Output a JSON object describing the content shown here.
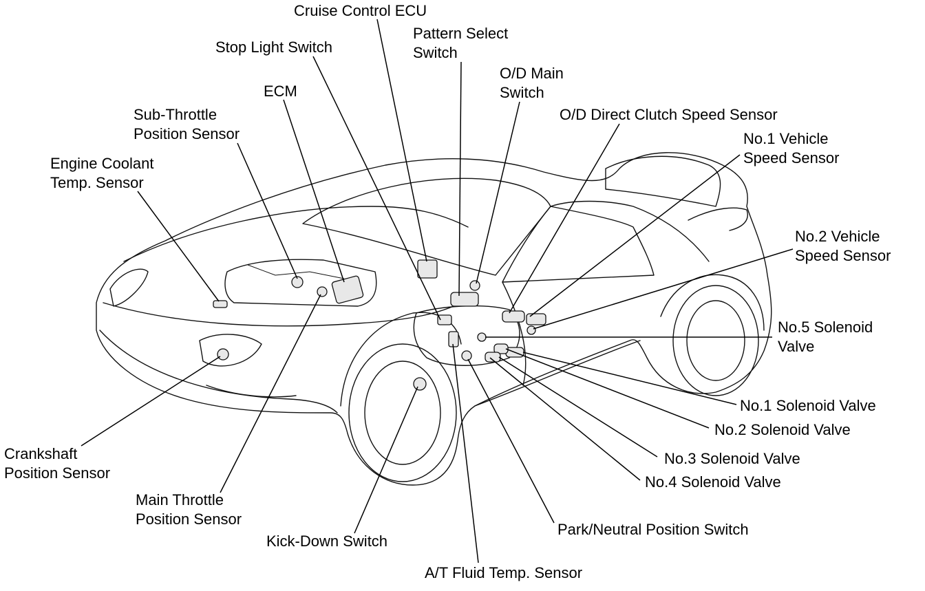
{
  "labels": {
    "cruise_control_ecu": "Cruise Control ECU",
    "pattern_select_switch_1": "Pattern Select",
    "pattern_select_switch_2": "Switch",
    "stop_light_switch": "Stop Light Switch",
    "od_main_switch_1": "O/D Main",
    "od_main_switch_2": "Switch",
    "ecm": "ECM",
    "sub_throttle_1": "Sub-Throttle",
    "sub_throttle_2": "Position Sensor",
    "od_direct_clutch": "O/D Direct Clutch Speed Sensor",
    "no1_vehicle_speed_1": "No.1 Vehicle",
    "no1_vehicle_speed_2": "Speed Sensor",
    "engine_coolant_1": "Engine Coolant",
    "engine_coolant_2": "Temp. Sensor",
    "no2_vehicle_speed_1": "No.2 Vehicle",
    "no2_vehicle_speed_2": "Speed Sensor",
    "no5_solenoid_1": "No.5 Solenoid",
    "no5_solenoid_2": "Valve",
    "no1_solenoid": "No.1 Solenoid Valve",
    "no2_solenoid": "No.2 Solenoid Valve",
    "no3_solenoid": "No.3 Solenoid Valve",
    "no4_solenoid": "No.4 Solenoid Valve",
    "crankshaft_1": "Crankshaft",
    "crankshaft_2": "Position Sensor",
    "main_throttle_1": "Main Throttle",
    "main_throttle_2": "Position Sensor",
    "kick_down": "Kick-Down Switch",
    "park_neutral": "Park/Neutral Position Switch",
    "at_fluid_temp": "A/T Fluid Temp. Sensor"
  }
}
